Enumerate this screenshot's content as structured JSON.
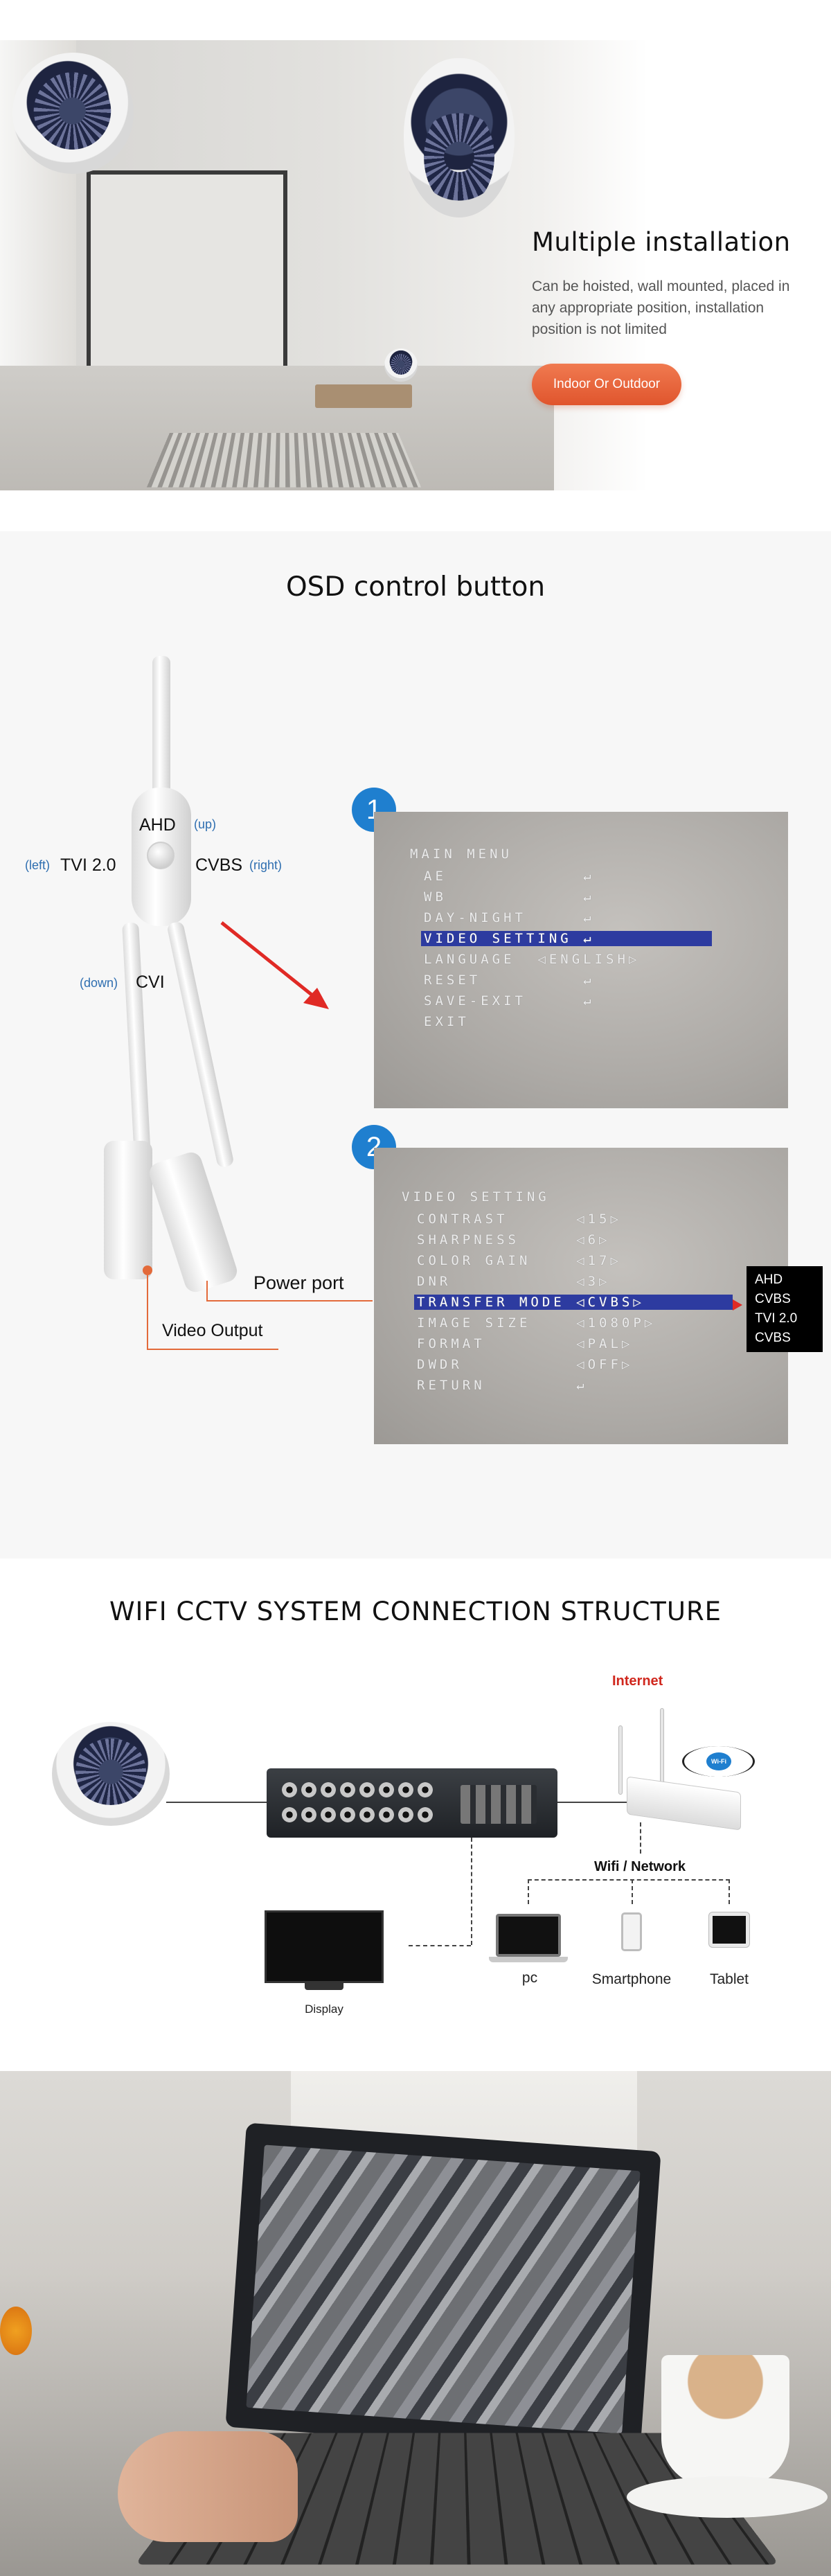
{
  "installation": {
    "title": "Multiple installation",
    "description": "Can be hoisted, wall mounted, placed in any appropriate position, installation position is not limited",
    "badge": "Indoor Or Outdoor",
    "badge_color": "#e8643a"
  },
  "osd": {
    "title": "OSD control button",
    "controls": {
      "up_name": "AHD",
      "up_dir": "(up)",
      "left_dir": "(left)",
      "left_name": "TVI 2.0",
      "right_name": "CVBS",
      "right_dir": "(right)",
      "down_dir": "(down)",
      "down_name": "CVI"
    },
    "screen1": {
      "number": "1",
      "lines": [
        "MAIN MENU",
        "AE            ↵",
        "WB            ↵",
        "DAY-NIGHT     ↵",
        "VIDEO SETTING ↵",
        "LANGUAGE  ◁ENGLISH▷",
        "RESET         ↵",
        "SAVE-EXIT     ↵",
        "EXIT"
      ]
    },
    "screen2": {
      "number": "2",
      "lines": [
        "VIDEO SETTING",
        "CONTRAST      ◁15▷",
        "SHARPNESS     ◁6▷",
        "COLOR GAIN    ◁17▷",
        "DNR           ◁3▷",
        "TRANSFER MODE ◁CVBS▷",
        "IMAGE SIZE    ◁1080P▷",
        "FORMAT        ◁PAL▷",
        "DWDR          ◁OFF▷",
        "RETURN        ↵"
      ],
      "mode_options": [
        "AHD",
        "CVBS",
        "TVI 2.0",
        "CVBS"
      ]
    },
    "power_port_label": "Power  port",
    "video_output_label": "Video Output",
    "accent_color": "#1f7fcf"
  },
  "wifi": {
    "title": "WIFI CCTV SYSTEM CONNECTION STRUCTURE",
    "internet_label": "Internet",
    "wifi_badge": "Wi-Fi",
    "network_label": "Wifi / Network",
    "devices": {
      "pc": "pc",
      "smartphone": "Smartphone",
      "tablet": "Tablet",
      "display": "Display"
    },
    "internet_color": "#d0281e"
  }
}
